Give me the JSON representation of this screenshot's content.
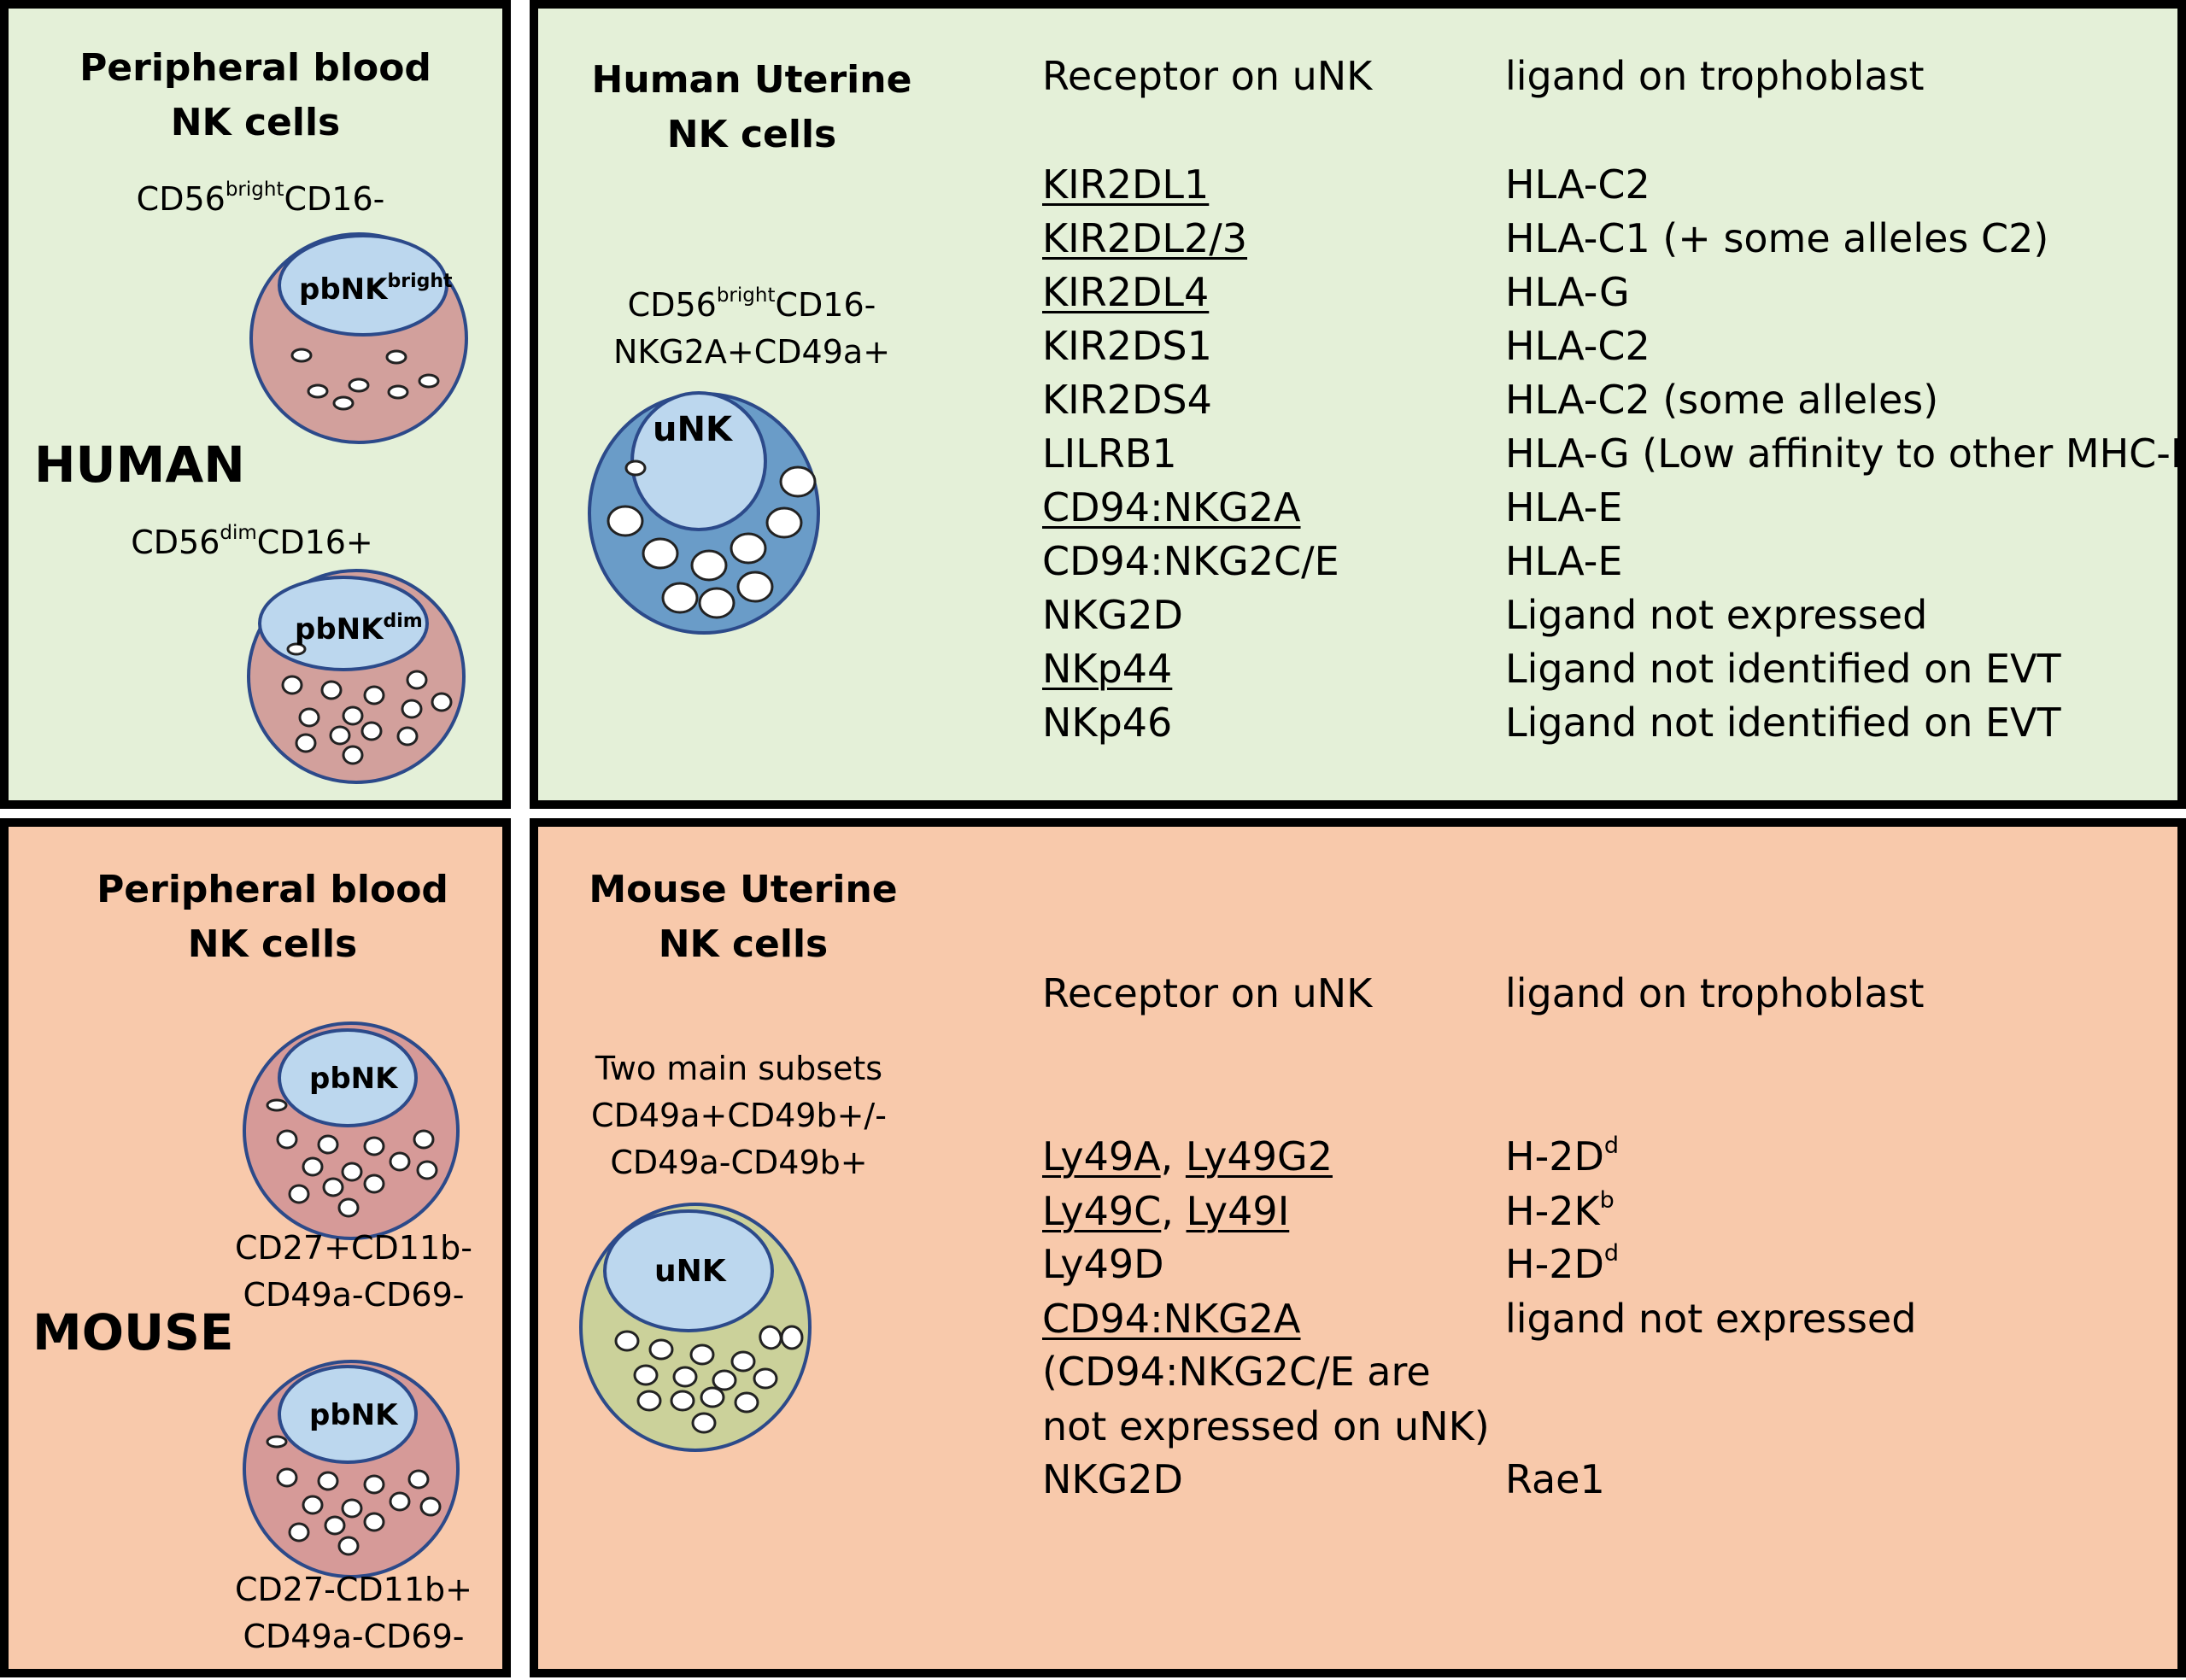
{
  "human": {
    "species_label": "HUMAN",
    "pb_title_1": "Peripheral blood",
    "pb_title_2": "NK cells",
    "bright_label": {
      "a": "CD56",
      "sup": "bright",
      "b": "CD16-"
    },
    "bright_cell": {
      "a": "pbNK",
      "sup": "bright"
    },
    "dim_label": {
      "a": "CD56",
      "sup": "dim",
      "b": "CD16+"
    },
    "dim_cell": {
      "a": "pbNK",
      "sup": "dim"
    },
    "uterine_title_1": "Human Uterine",
    "uterine_title_2": "NK cells",
    "unk_label": {
      "a": "CD56",
      "sup": "bright",
      "b": "CD16-",
      "line2": "NKG2A+CD49a+"
    },
    "unk_cell": "uNK",
    "receptor_header": "Receptor on uNK",
    "ligand_header": "ligand on trophoblast",
    "rows": [
      {
        "receptor": "KIR2DL1",
        "ligand": "HLA-C2"
      },
      {
        "receptor": "KIR2DL2/3",
        "ligand": "HLA-C1 (+ some alleles C2)"
      },
      {
        "receptor": "KIR2DL4",
        "ligand": "HLA-G"
      },
      {
        "receptor": "KIR2DS1",
        "ligand": "HLA-C2"
      },
      {
        "receptor": "KIR2DS4",
        "ligand": "HLA-C2 (some alleles)"
      },
      {
        "receptor": "LILRB1",
        "ligand": "HLA-G (Low affinity to other MHC-I)"
      },
      {
        "receptor": "CD94:NKG2A",
        "ligand": "HLA-E"
      },
      {
        "receptor": "CD94:NKG2C/E",
        "ligand": "HLA-E"
      },
      {
        "receptor": "NKG2D",
        "ligand": "Ligand not expressed"
      },
      {
        "receptor": "NKp44",
        "ligand": "Ligand not identified on EVT"
      },
      {
        "receptor": "NKp46",
        "ligand": "Ligand not identified on EVT"
      }
    ]
  },
  "mouse": {
    "species_label": "MOUSE",
    "pb_title_1": "Peripheral blood",
    "pb_title_2": "NK cells",
    "cell1": "pbNK",
    "cell1_label_1": "CD27+CD11b-",
    "cell1_label_2": "CD49a-CD69-",
    "cell2": "pbNK",
    "cell2_label_1": "CD27-CD11b+",
    "cell2_label_2": "CD49a-CD69-",
    "uterine_title_1": "Mouse Uterine",
    "uterine_title_2": "NK cells",
    "subset_1": "Two main subsets",
    "subset_2": "CD49a+CD49b+/-",
    "subset_3": "CD49a-CD49b+",
    "unk_cell": "uNK",
    "receptor_header": "Receptor on uNK",
    "ligand_header": "ligand on trophoblast",
    "r1_a": "Ly49A",
    "r1_sep": ", ",
    "r1_b": "Ly49G2",
    "l1": {
      "a": "H-2D",
      "sup": "d"
    },
    "r2_a": "Ly49C",
    "r2_sep": ", ",
    "r2_b": "Ly49I",
    "l2": {
      "a": "H-2K",
      "sup": "b"
    },
    "r3": "Ly49D",
    "l3": {
      "a": "H-2D",
      "sup": "d"
    },
    "r4": "CD94:NKG2A",
    "l4": "ligand not expressed",
    "r5_1": "(CD94:NKG2C/E are",
    "r5_2": "not expressed on uNK)",
    "r6": "NKG2D",
    "l6": "Rae1"
  }
}
